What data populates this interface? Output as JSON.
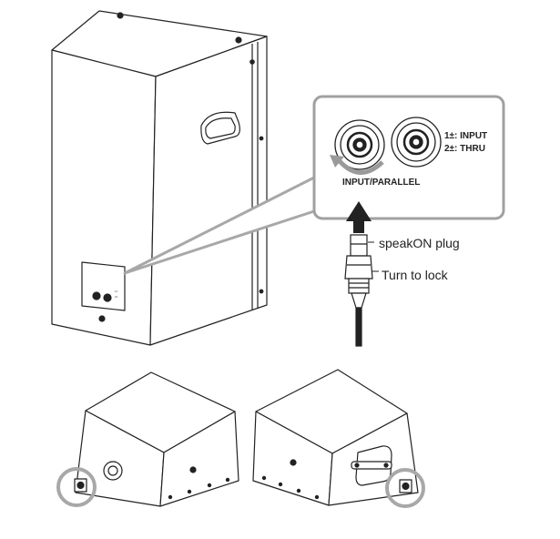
{
  "callout": {
    "connector_group_label": "INPUT/PARALLEL",
    "pin_legend": [
      "1±: INPUT",
      "2±: THRU"
    ]
  },
  "plug": {
    "name_label": "speakON plug",
    "action_label": "Turn to lock"
  },
  "panel": {
    "mini_legend": [
      "1±",
      "2±"
    ]
  },
  "colors": {
    "outline": "#222222",
    "highlight_gray": "#a8a8a8",
    "callout_border": "#a0a0a0"
  }
}
